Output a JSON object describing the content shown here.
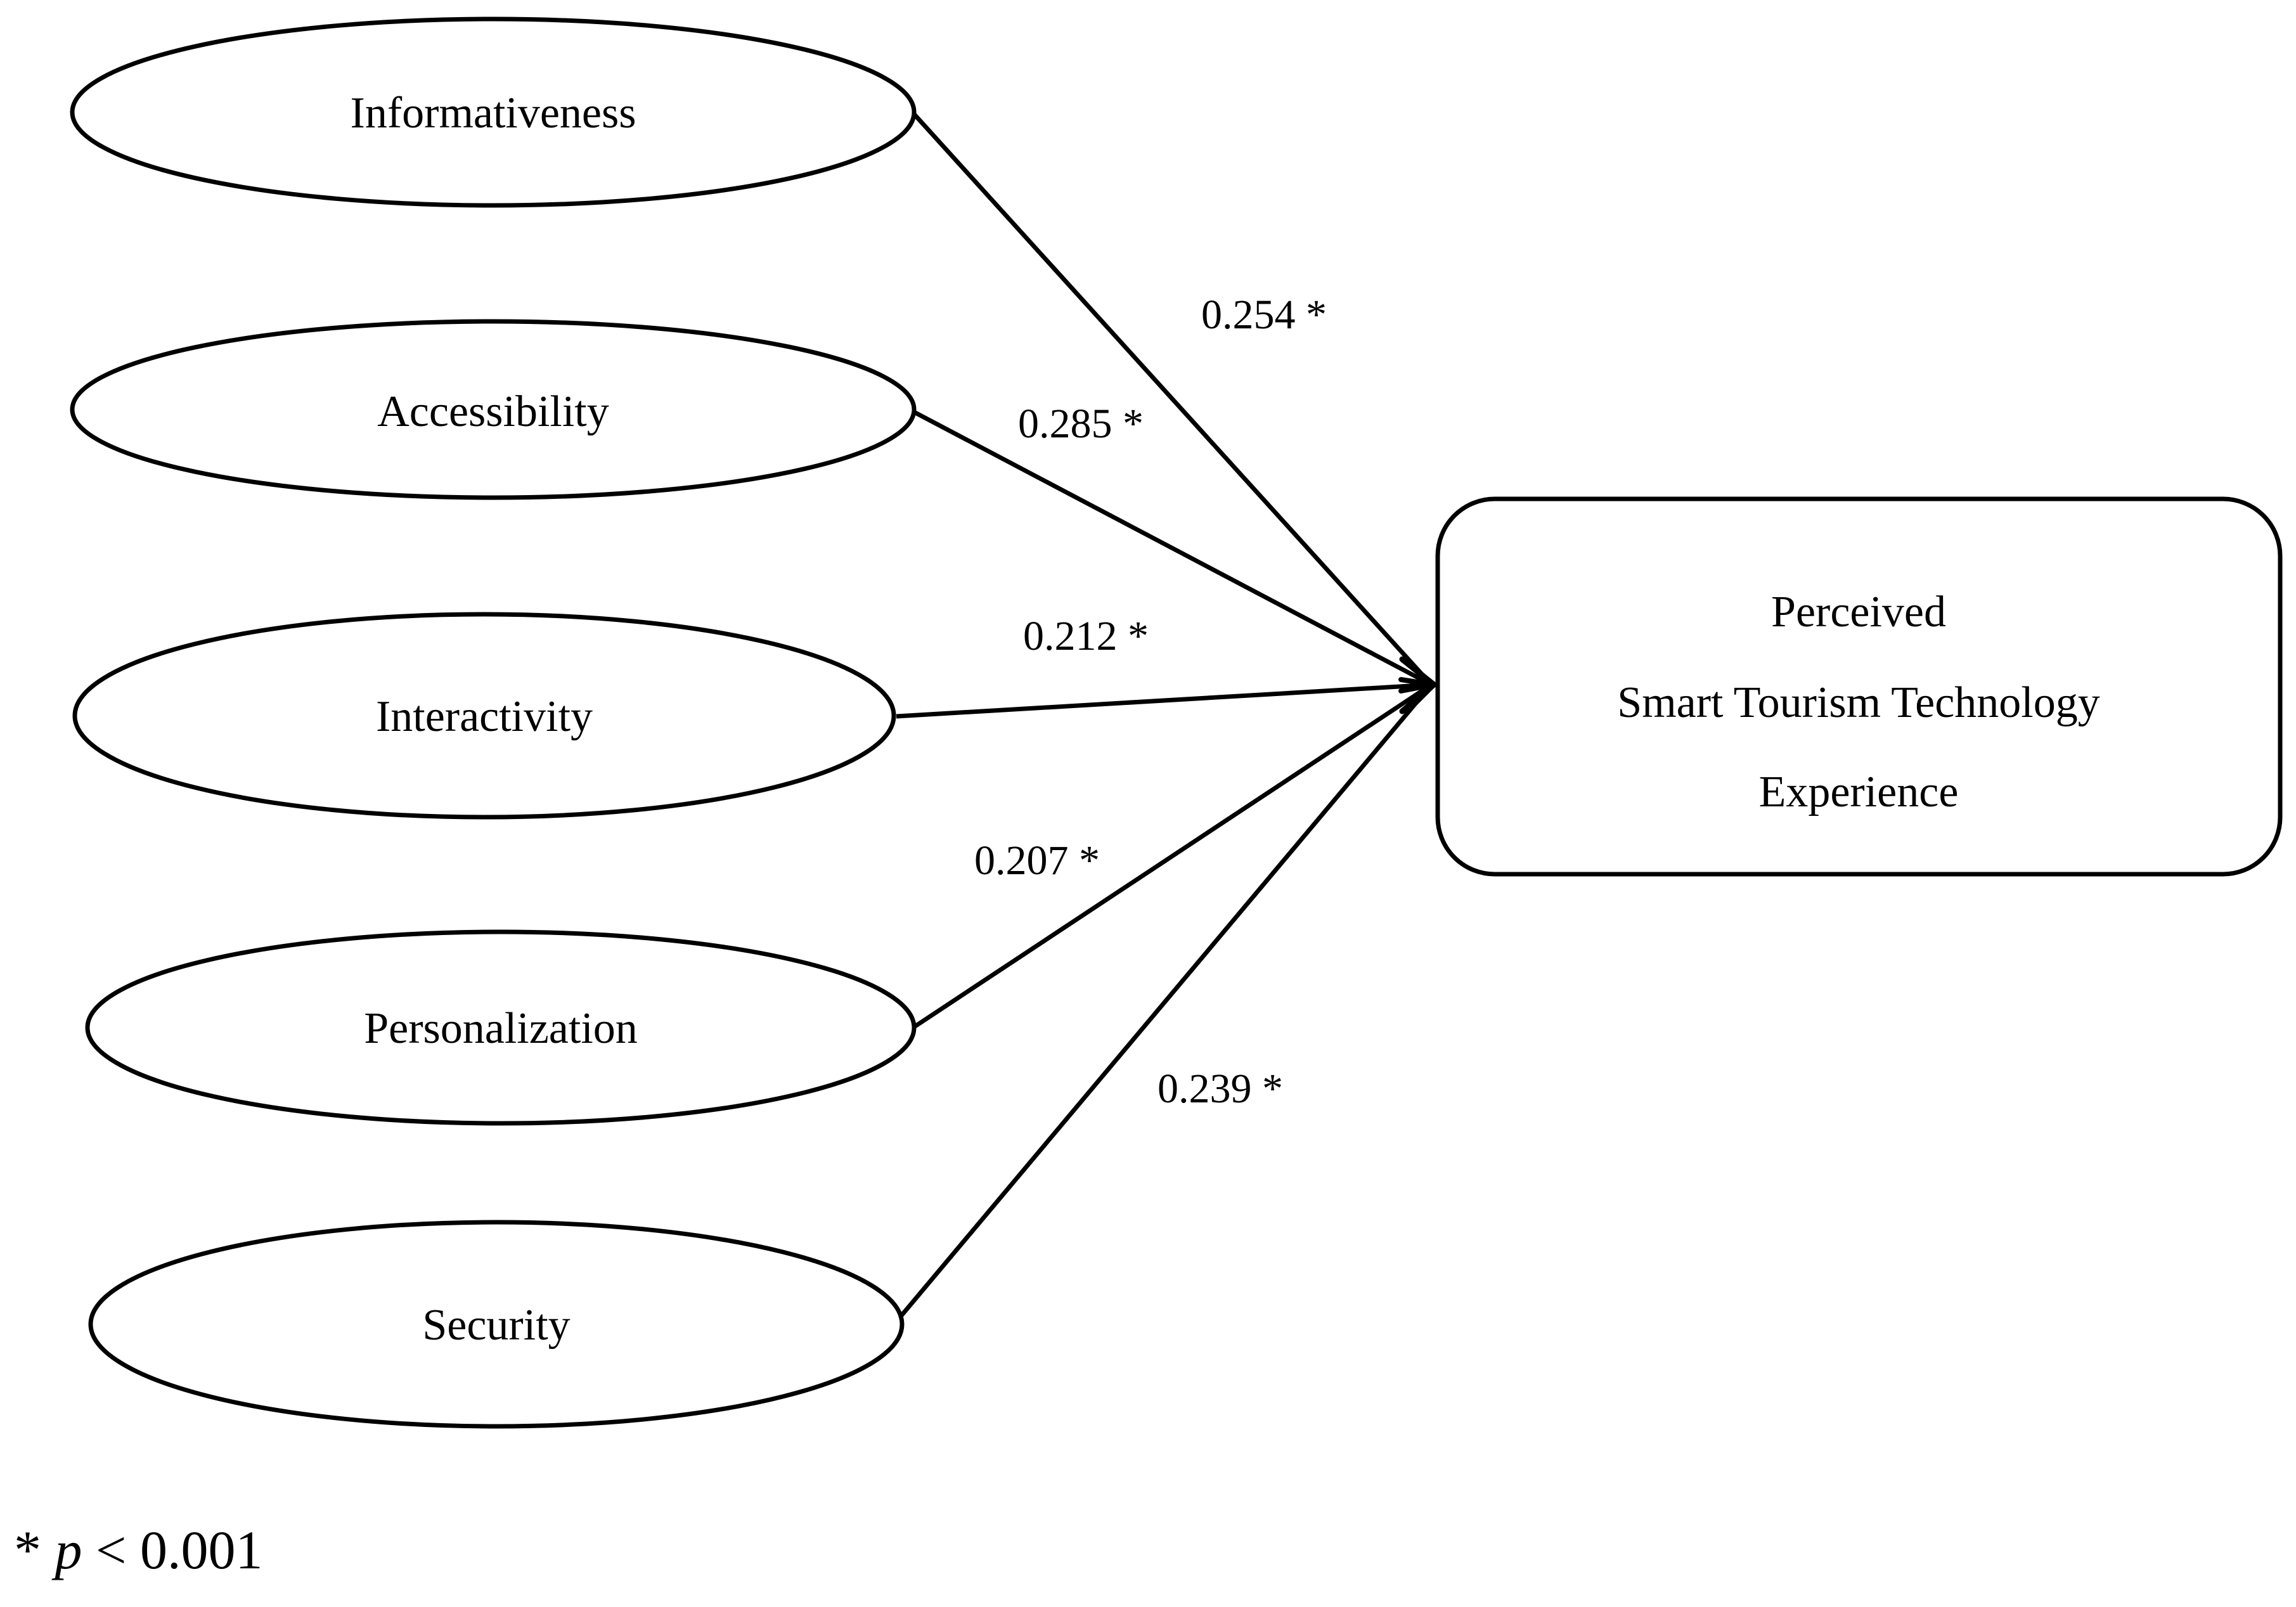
{
  "colors": {
    "stroke": "#000000",
    "background": "#ffffff"
  },
  "constructs": [
    {
      "id": "informativeness",
      "label": "Informativeness"
    },
    {
      "id": "accessibility",
      "label": "Accessibility"
    },
    {
      "id": "interactivity",
      "label": "Interactivity"
    },
    {
      "id": "personalization",
      "label": "Personalization"
    },
    {
      "id": "security",
      "label": "Security"
    }
  ],
  "outcome": {
    "lines": [
      "Perceived",
      "Smart Tourism Technology",
      "Experience"
    ]
  },
  "paths": [
    {
      "from": "informativeness",
      "coefficient": "0.254 *"
    },
    {
      "from": "accessibility",
      "coefficient": "0.285 *"
    },
    {
      "from": "interactivity",
      "coefficient": "0.212 *"
    },
    {
      "from": "personalization",
      "coefficient": "0.207 *"
    },
    {
      "from": "security",
      "coefficient": "0.239 *"
    }
  ],
  "footnote": {
    "star": "*",
    "p": "p",
    "rest": "< 0.001"
  }
}
